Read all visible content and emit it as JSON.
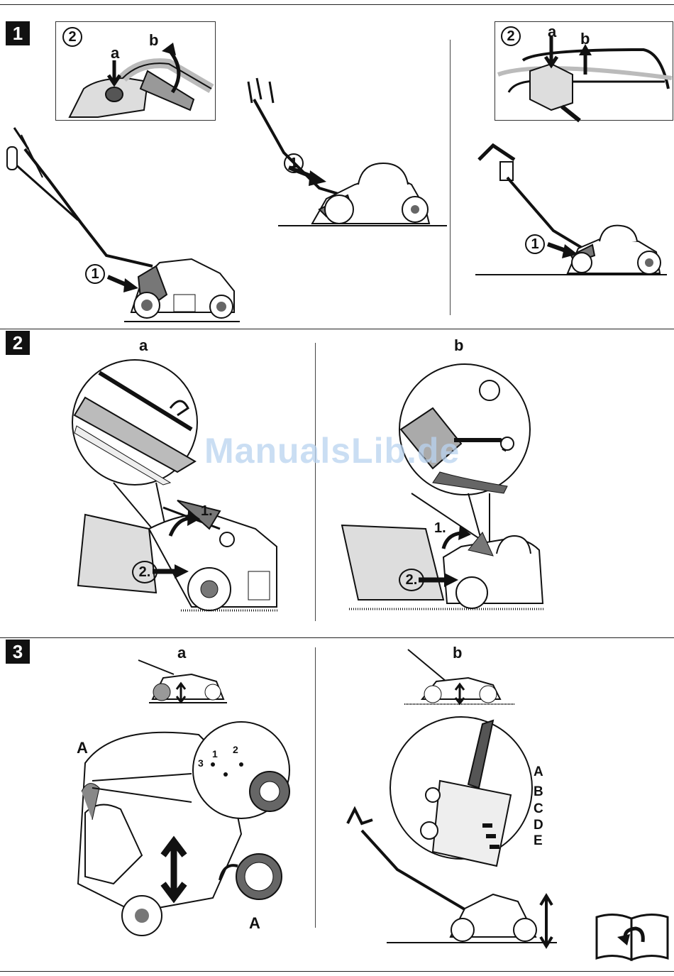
{
  "sections": [
    {
      "number": "1"
    },
    {
      "number": "2",
      "a_label": "a",
      "b_label": "b"
    },
    {
      "number": "3",
      "a_label": "a",
      "b_label": "b"
    }
  ],
  "s1": {
    "inset_left": {
      "num": "2",
      "a": "a",
      "b": "b"
    },
    "inset_right": {
      "num": "2",
      "a": "a",
      "b": "b"
    },
    "callout": "1"
  },
  "s2": {
    "step1": "1.",
    "step2": "2."
  },
  "s3": {
    "holes": [
      "3",
      "1",
      "2"
    ],
    "A": "A",
    "levels": [
      "A",
      "B",
      "C",
      "D",
      "E"
    ]
  },
  "watermark": "ManualsLib.de"
}
